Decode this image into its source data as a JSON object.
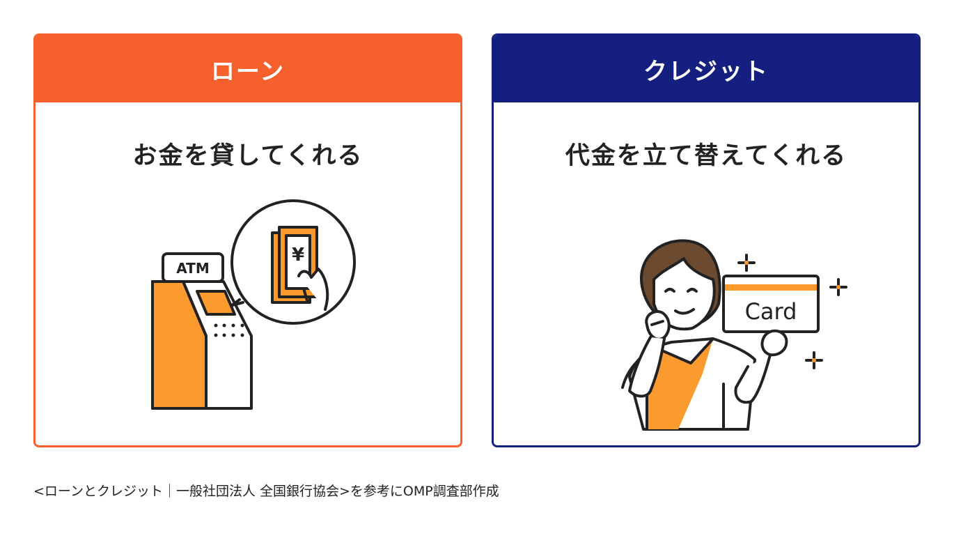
{
  "colors": {
    "loan_accent": "#f5602d",
    "credit_accent": "#151f80",
    "illustration_orange": "#fb9a2e",
    "hair_brown": "#6b4a2f",
    "text": "#222222"
  },
  "panels": [
    {
      "title": "ローン",
      "description": "お金を貸してくれる",
      "illustration": {
        "type": "atm-cash-icon",
        "atm_label": "ATM",
        "currency_symbol": "¥"
      }
    },
    {
      "title": "クレジット",
      "description": "代金を立て替えてくれる",
      "illustration": {
        "type": "person-holding-card-icon",
        "card_label": "Card"
      }
    }
  ],
  "footer": {
    "source_note": "<ローンとクレジット｜一般社団法人 全国銀行協会>を参考にOMP調査部作成"
  }
}
